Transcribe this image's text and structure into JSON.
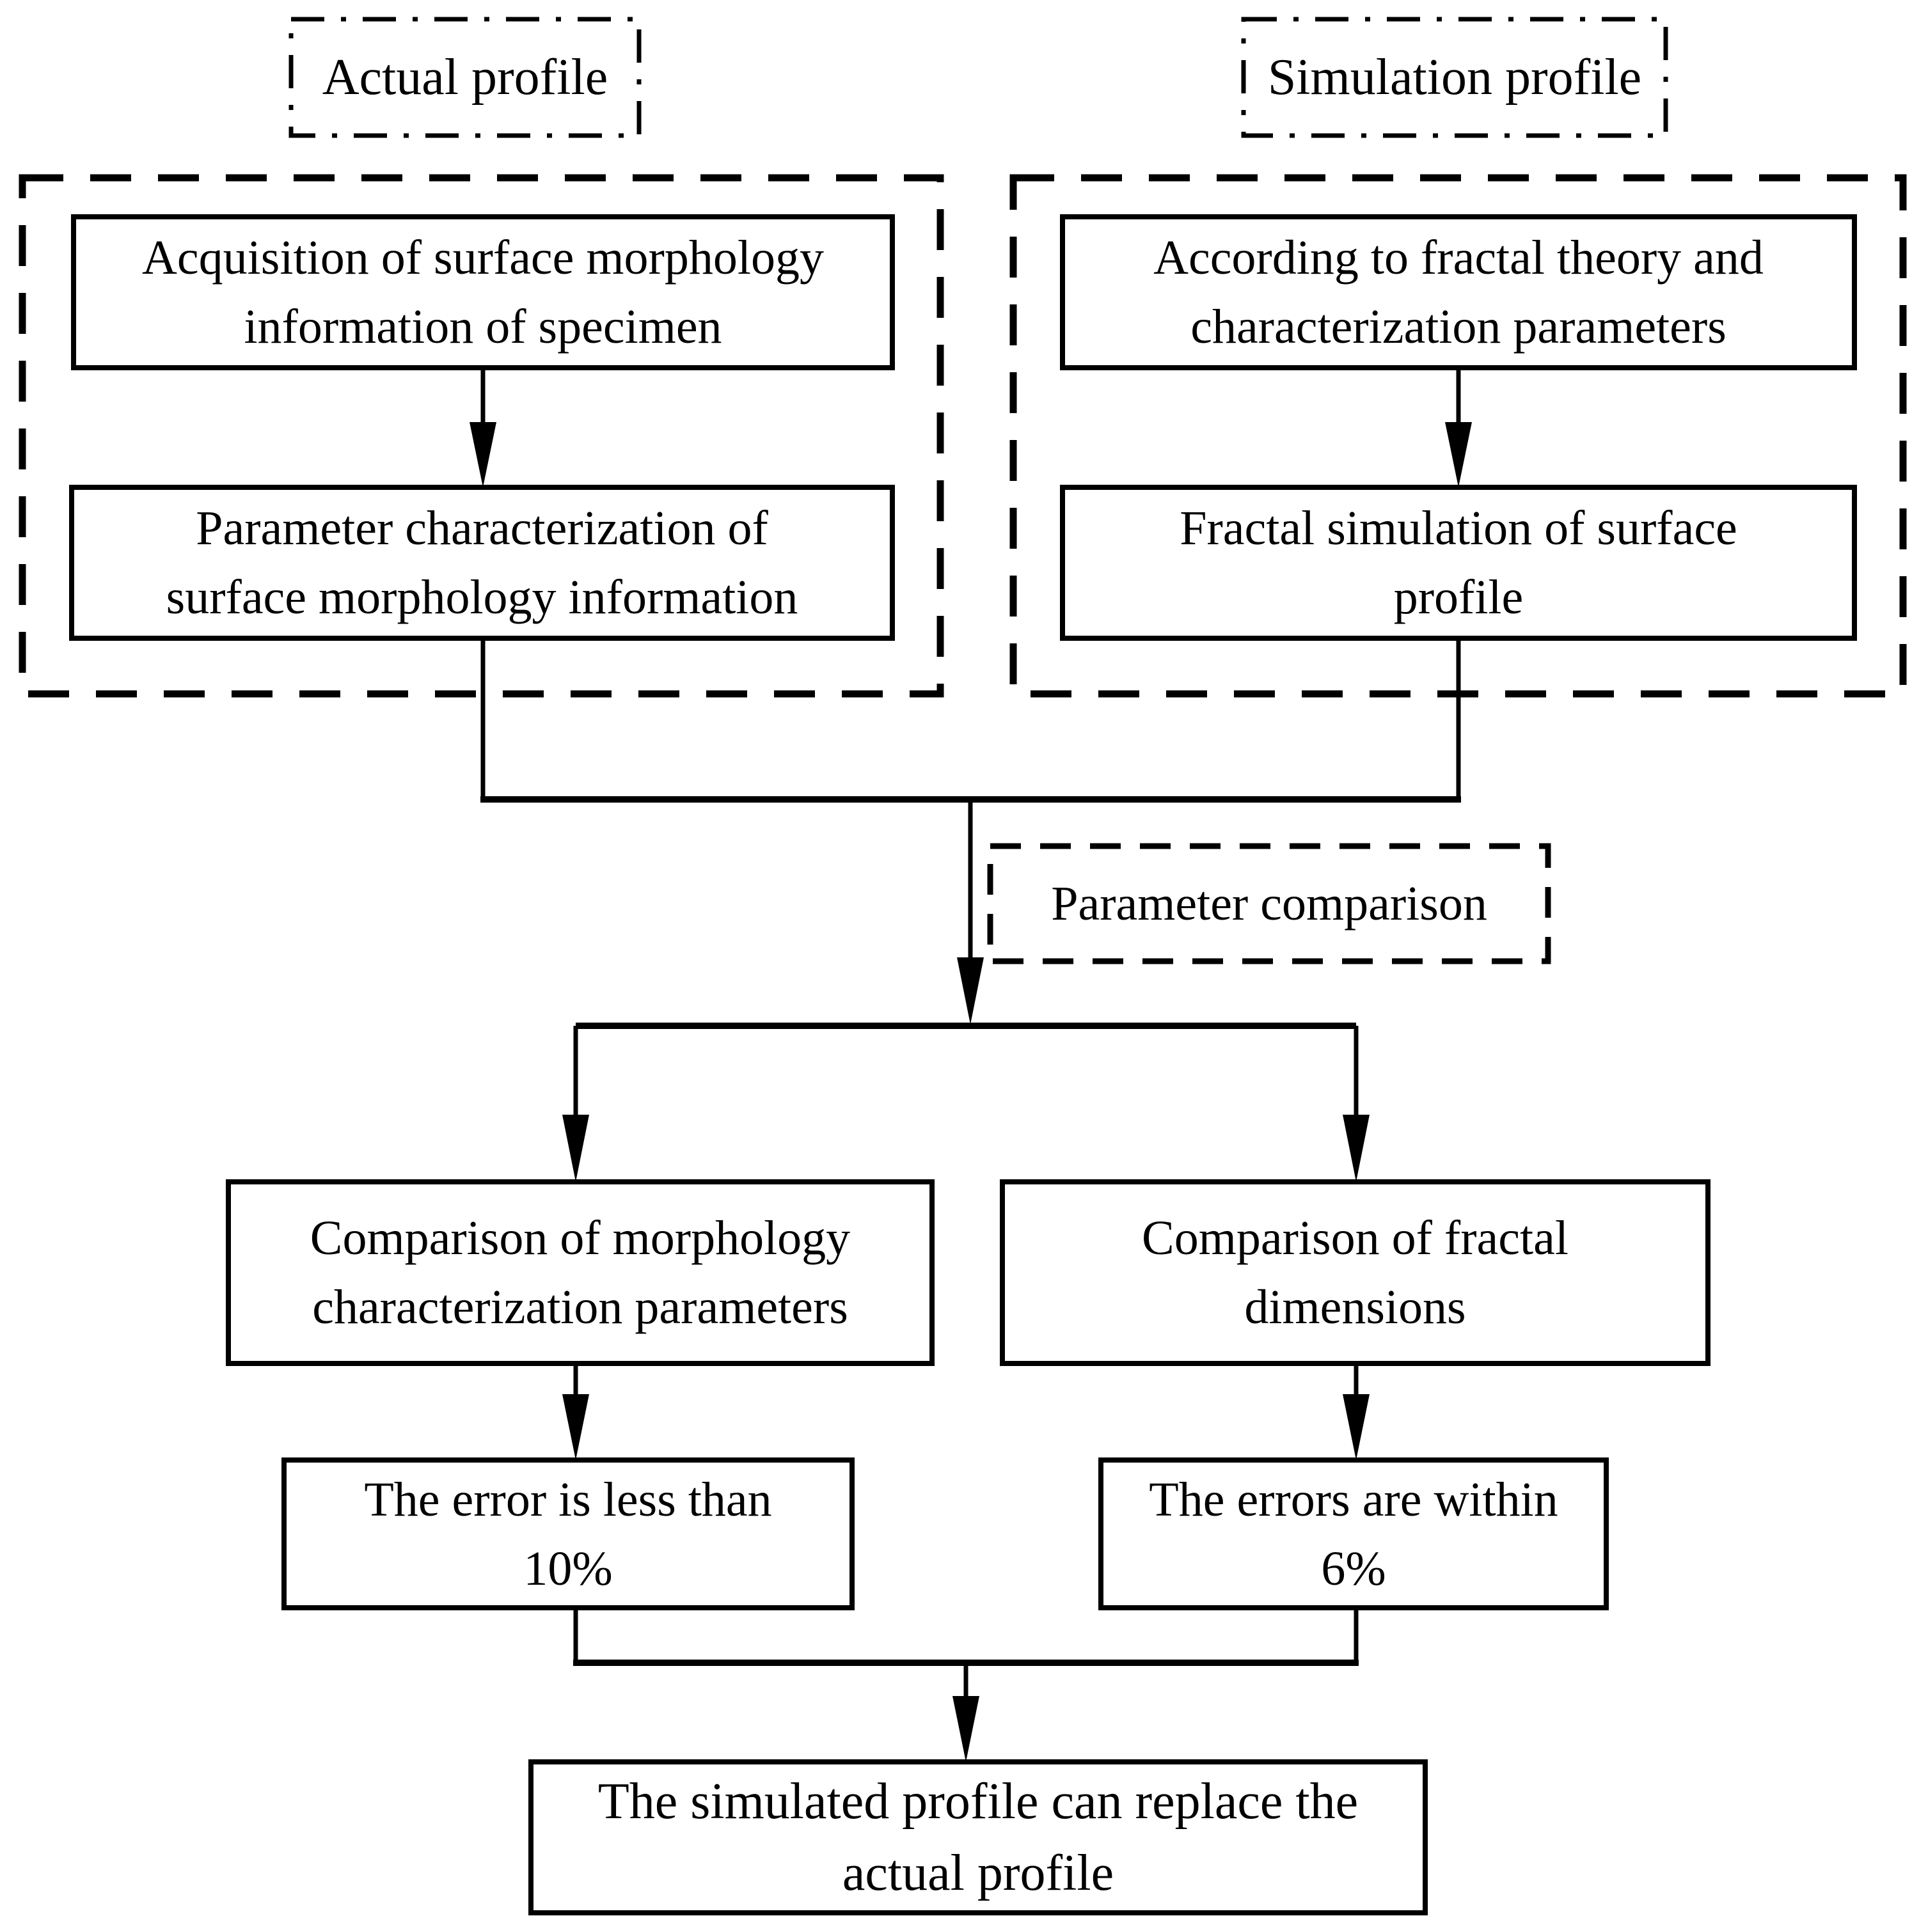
{
  "nodes": {
    "actual_profile": {
      "lines": [
        "Actual profile"
      ]
    },
    "simulation_profile": {
      "lines": [
        "Simulation profile"
      ]
    },
    "acquisition": {
      "lines": [
        "Acquisition of surface morphology",
        "information of specimen"
      ]
    },
    "param_characterization": {
      "lines": [
        "Parameter characterization of",
        "surface morphology information"
      ]
    },
    "according_fractal": {
      "lines": [
        "According to fractal theory and",
        "characterization parameters"
      ]
    },
    "fractal_simulation": {
      "lines": [
        "Fractal simulation of surface",
        "profile"
      ]
    },
    "parameter_comparison": {
      "lines": [
        "Parameter comparison"
      ]
    },
    "comparison_morphology": {
      "lines": [
        "Comparison of morphology",
        "characterization parameters"
      ]
    },
    "comparison_fractal": {
      "lines": [
        "Comparison of fractal",
        "dimensions"
      ]
    },
    "error_less_than_10": {
      "lines": [
        "The error is less than",
        "10%"
      ]
    },
    "errors_within_6": {
      "lines": [
        "The errors are within",
        "6%"
      ]
    },
    "conclusion": {
      "lines": [
        "The simulated profile can replace the",
        "actual profile"
      ]
    }
  },
  "colors": {
    "ink": "#000000",
    "background": "#ffffff"
  }
}
